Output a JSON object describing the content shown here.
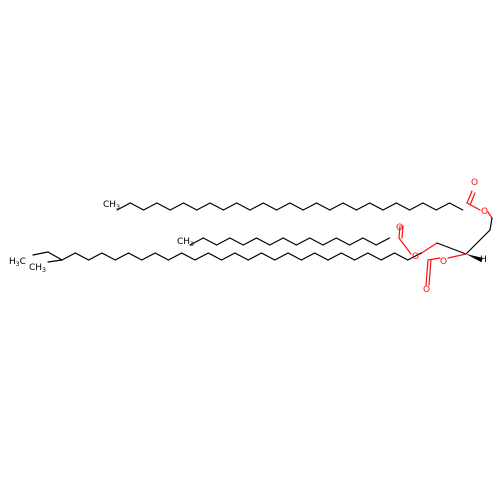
{
  "colors": {
    "bond": "#000000",
    "oxygen": "#ff0d0d",
    "background": "#ffffff"
  },
  "labels": {
    "o_top_ester": "O",
    "o_top_carbonyl": "O",
    "o_mid_ester": "O",
    "o_mid_carbonyl": "O",
    "o_bot_ester": "O",
    "o_bot_carbonyl": "O",
    "ch3_top": "CH",
    "ch3_top_sub": "3",
    "ch3_mid": "CH",
    "ch3_mid_sub": "3",
    "h3c_bot": "H",
    "h3c_bot_sub": "3",
    "h3c_bot_c": "C",
    "ch3_branch": "CH",
    "ch3_branch_sub": "3",
    "stereo_h": "H"
  }
}
